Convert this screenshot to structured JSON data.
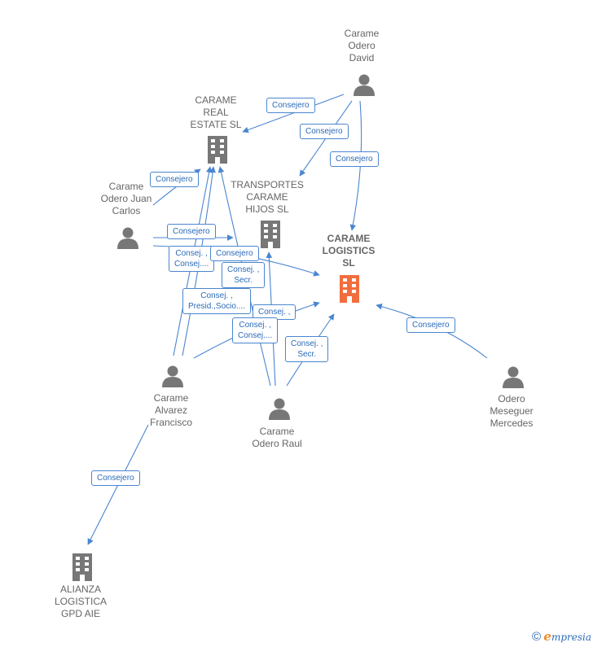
{
  "colors": {
    "edge": "#4a86d0",
    "node": "#777777",
    "focus": "#f26d3d",
    "text": "#666666"
  },
  "nodes": {
    "david": "Carame\nOdero\nDavid",
    "real_estate": "CARAME\nREAL\nESTATE  SL",
    "juan_carlos": "Carame\nOdero Juan\nCarlos",
    "transportes": "TRANSPORTES\nCARAME\nHIJOS SL",
    "logistics": "CARAME\nLOGISTICS\nSL",
    "francisco": "Carame\nAlvarez\nFrancisco",
    "raul": "Carame\nOdero Raul",
    "mercedes": "Odero\nMeseguer\nMercedes",
    "alianza": "ALIANZA\nLOGISTICA\nGPD  AIE"
  },
  "edge_labels": {
    "e1": "Consejero",
    "e2": "Consejero",
    "e3": "Consejero",
    "e4": "Consejero",
    "e5": "Consejero",
    "e6": "Consej. ,\nConsej....",
    "e7": "Consejero",
    "e8": "Consej. ,\nSecr.",
    "e9": "Consej. ,\nPresid.,Socio....",
    "e10": "Consej. ,",
    "e11": "Consej. ,\nConsej....",
    "e12": "Consej. ,\nSecr.",
    "e13": "Consejero",
    "e14": "Consejero"
  },
  "footer": {
    "copyright": "©",
    "brand_initial": "e",
    "brand_rest": "mpresia"
  }
}
